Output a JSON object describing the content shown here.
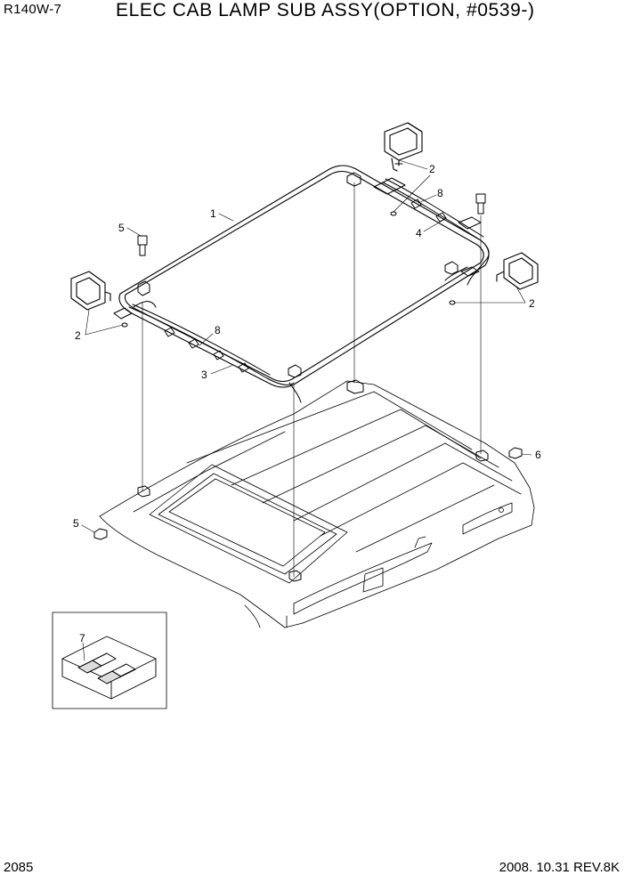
{
  "header": {
    "model": "R140W-7",
    "title": "ELEC CAB LAMP SUB ASSY(OPTION, #0539-)"
  },
  "footer": {
    "page": "2085",
    "date_rev": "2008. 10.31  REV.8K"
  },
  "callouts": {
    "c1": "1",
    "c2_top": "2",
    "c2_left": "2",
    "c2_right": "2",
    "c3": "3",
    "c4": "4",
    "c5_top": "5",
    "c5_bottom": "5",
    "c6": "6",
    "c7": "7",
    "c8_top": "8",
    "c8_left": "8"
  }
}
